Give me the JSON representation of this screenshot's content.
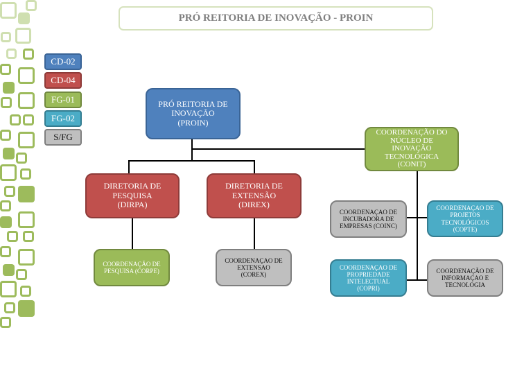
{
  "title": "PRÓ REITORIA DE INOVAÇÃO - PROIN",
  "colors": {
    "cd02": "#4f81bd",
    "cd04": "#c0504d",
    "fg01": "#9bbb59",
    "fg02": "#4bacc6",
    "sfg": "#bfbfbf",
    "decor": "#9dbb5c"
  },
  "legend": [
    {
      "label": "CD-02"
    },
    {
      "label": "CD-04"
    },
    {
      "label": "FG-01"
    },
    {
      "label": "FG-02"
    },
    {
      "label": "S/FG"
    }
  ],
  "nodes": {
    "proin": {
      "label": "PRÓ REITORIA DE INOVAÇÃO (PROIN)",
      "level": "CD-02"
    },
    "conit": {
      "label": "COORDENAÇÃO DO NÚCLEO DE INOVAÇÃO TECNOLÓGICA (CONIT)",
      "level": "FG-01"
    },
    "dirpa": {
      "label": "DIRETORIA DE PESQUISA (DIRPA)",
      "level": "CD-04"
    },
    "direx": {
      "label": "DIRETORIA DE EXTENSÃO (DIREX)",
      "level": "CD-04"
    },
    "corpe": {
      "label": "COORDENAÇÃO DE PESQUISA (CORPE)",
      "level": "FG-01"
    },
    "corex": {
      "label": "COORDENAÇAO DE EXTENSAO (COREX)",
      "level": "S/FG"
    },
    "coinc": {
      "label": "COORDENAÇAO DE INCUBADORA DE EMPRESAS (COINC)",
      "level": "S/FG"
    },
    "copte": {
      "label": "COORDENAÇAO DE PROJETOS TECNOLÓGICOS (COPTE)",
      "level": "FG-02"
    },
    "copri": {
      "label": "COORDENAÇAO DE PROPRIEDADE INTELECTUAL (COPRI)",
      "level": "FG-02"
    },
    "cit": {
      "label": "COORDENAÇÃO DE INFORMAÇAO E TECNOLOGIA",
      "level": "S/FG"
    }
  }
}
